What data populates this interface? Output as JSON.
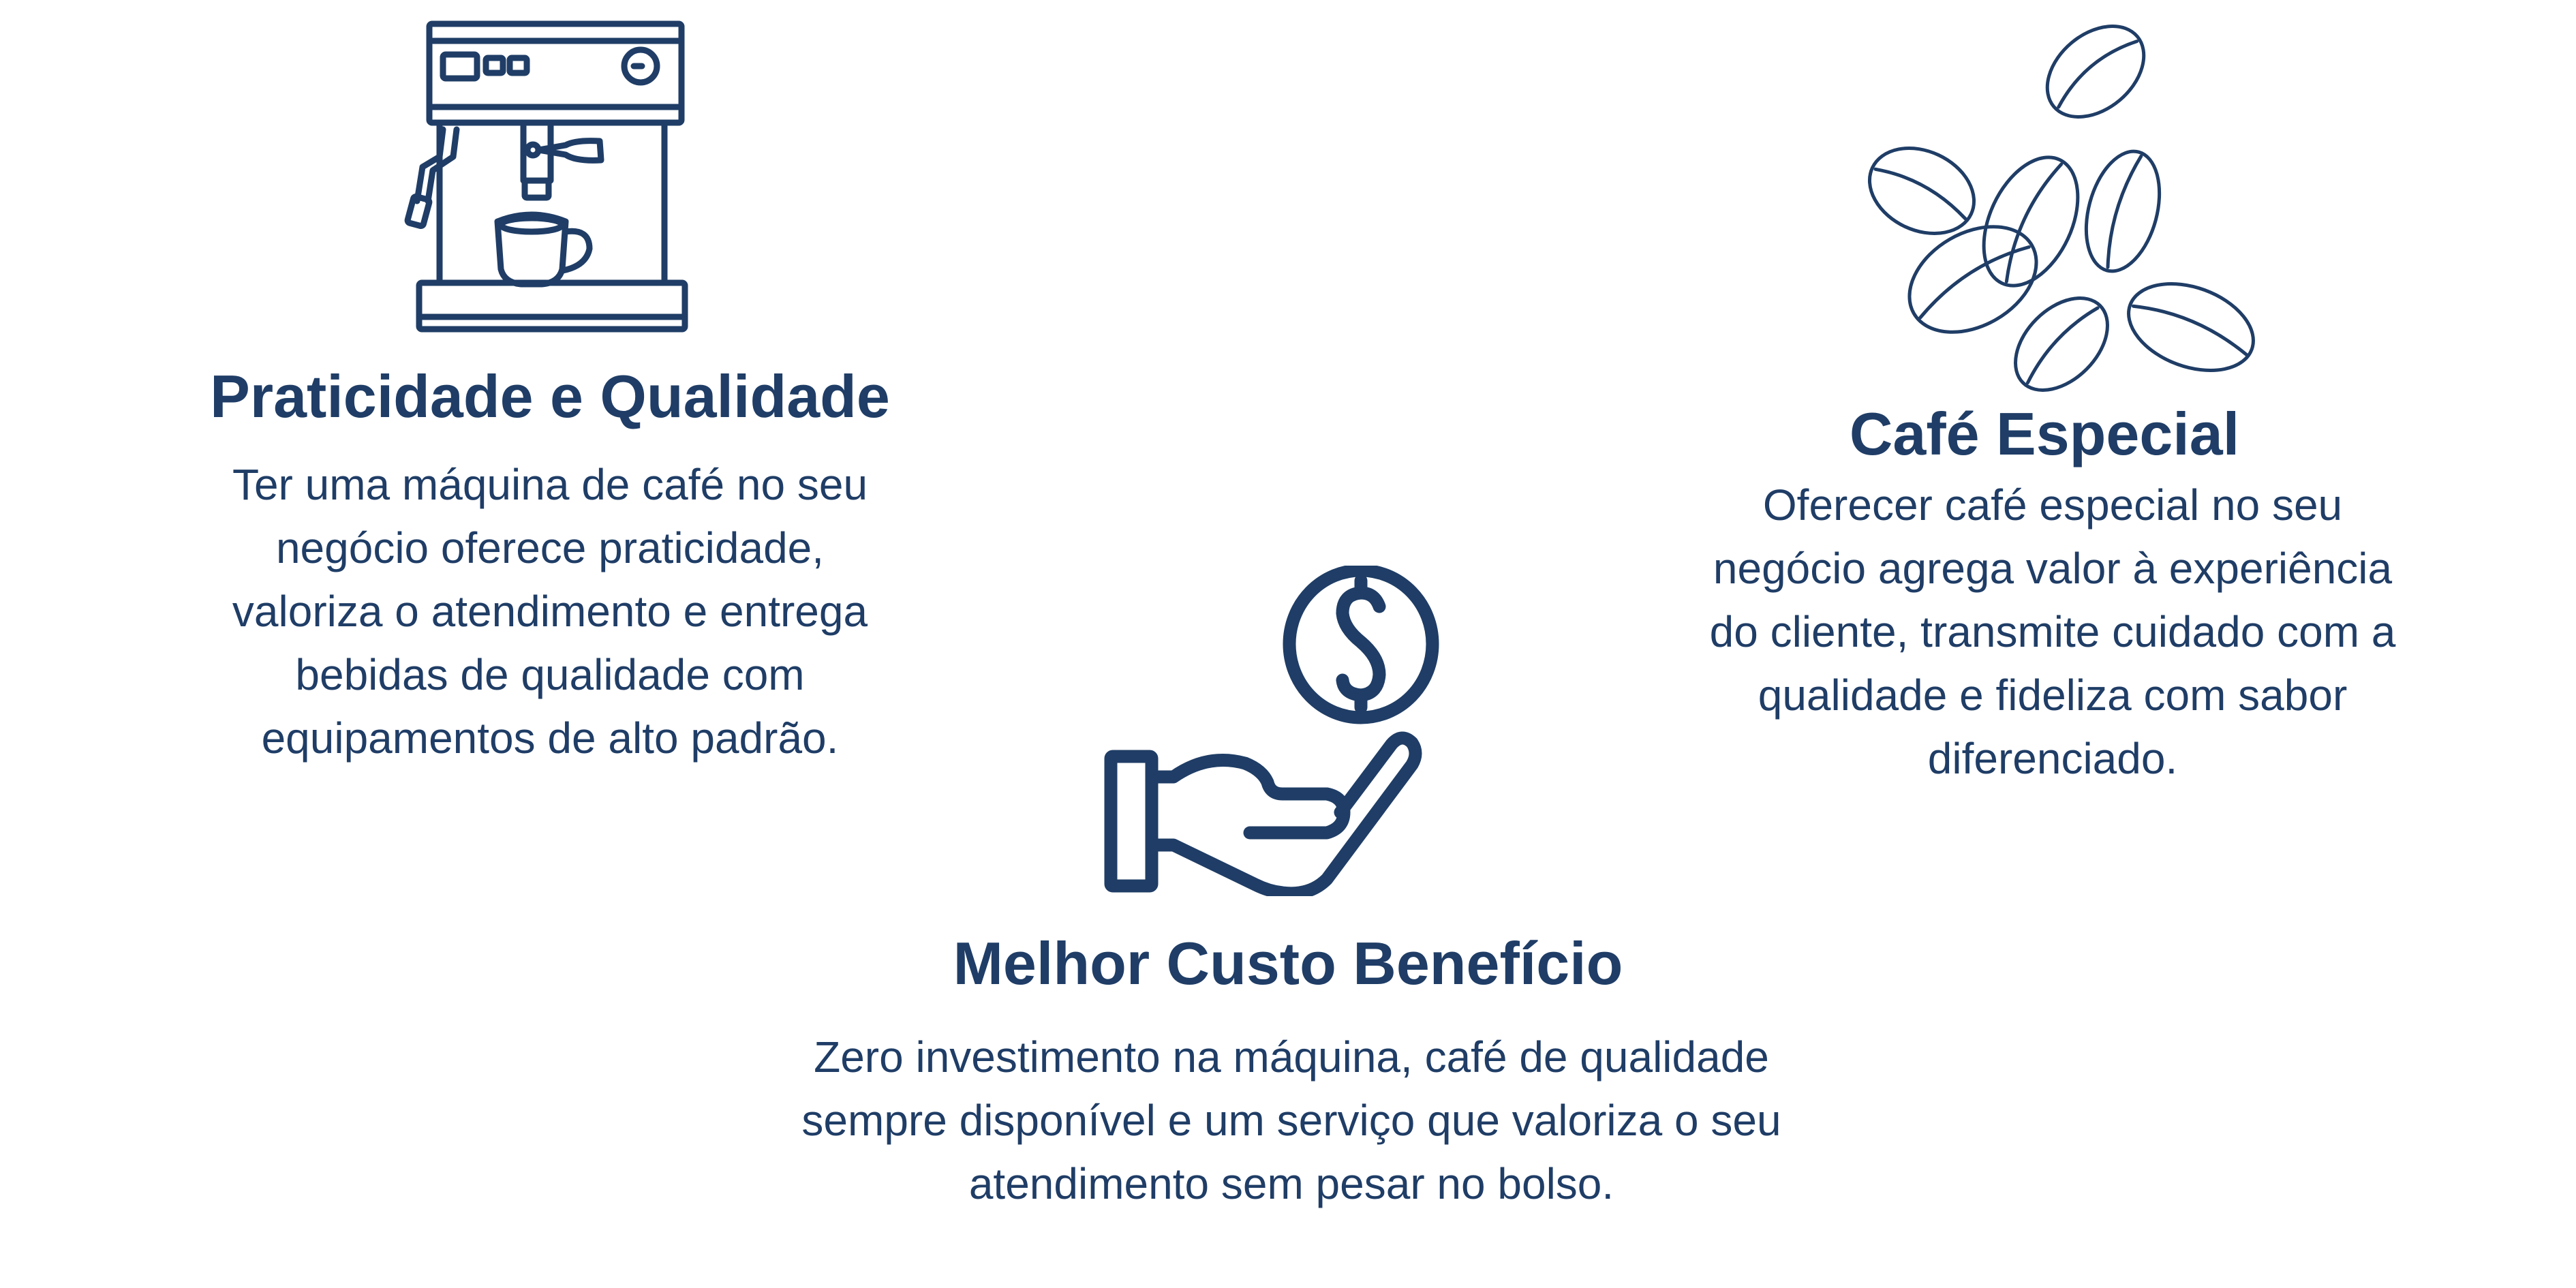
{
  "accent_color": "#1f3d66",
  "sections": [
    {
      "icon": "espresso-machine-icon",
      "title": "Praticidade e Qualidade",
      "lines": [
        "Ter uma máquina de café no seu",
        "negócio oferece praticidade,",
        "valoriza o atendimento e entrega",
        "bebidas de qualidade com",
        "equipamentos de alto padrão."
      ]
    },
    {
      "icon": "coffee-beans-icon",
      "title": "Café Especial",
      "lines": [
        "Oferecer café especial no seu",
        "negócio agrega valor à experiência",
        "do cliente, transmite cuidado com a",
        "qualidade e fideliza com sabor",
        "diferenciado."
      ]
    },
    {
      "icon": "hand-coin-icon",
      "title": "Melhor Custo Benefício",
      "lines": [
        "Zero investimento na máquina, café de qualidade",
        "sempre disponível e um serviço que valoriza o seu",
        "atendimento sem pesar no bolso."
      ]
    }
  ]
}
